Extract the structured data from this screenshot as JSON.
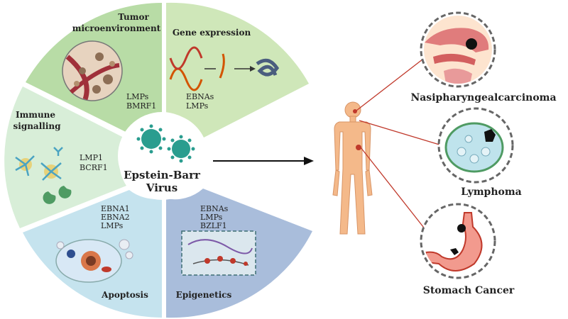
{
  "center": {
    "line1": "Epstein-Barr",
    "line2": "Virus"
  },
  "segments": [
    {
      "id": "tumor",
      "title_lines": [
        "Tumor",
        "microenvironment"
      ],
      "genes": [
        "LMPs",
        "BMRF1"
      ],
      "color": "#b8dca6"
    },
    {
      "id": "gene",
      "title_lines": [
        "Gene expression"
      ],
      "genes": [
        "EBNAs",
        "LMPs"
      ],
      "color": "#cfe7b9"
    },
    {
      "id": "immune",
      "title_lines": [
        "Immune",
        "signalling"
      ],
      "genes": [
        "LMP1",
        "BCRF1"
      ],
      "color": "#d8eed8"
    },
    {
      "id": "apoptosis",
      "title_lines": [
        "Apoptosis"
      ],
      "genes": [
        "EBNA1",
        "EBNA2",
        "LMPs"
      ],
      "color": "#c5e3ee"
    },
    {
      "id": "epigenetics",
      "title_lines": [
        "Epigenetics"
      ],
      "genes": [
        "EBNAs",
        "LMPs",
        "BZLF1"
      ],
      "color": "#a9bddb"
    }
  ],
  "diseases": [
    {
      "id": "npc",
      "label": "Nasipharyngealcarcinoma"
    },
    {
      "id": "lymphoma",
      "label": "Lymphoma"
    },
    {
      "id": "stomach",
      "label": "Stomach Cancer"
    }
  ],
  "colors": {
    "body_skin": "#f4b98a",
    "connector_line": "#c0392b",
    "arrow": "#111111",
    "virus": "#2a9d8f",
    "ring_dash": "#666666"
  }
}
